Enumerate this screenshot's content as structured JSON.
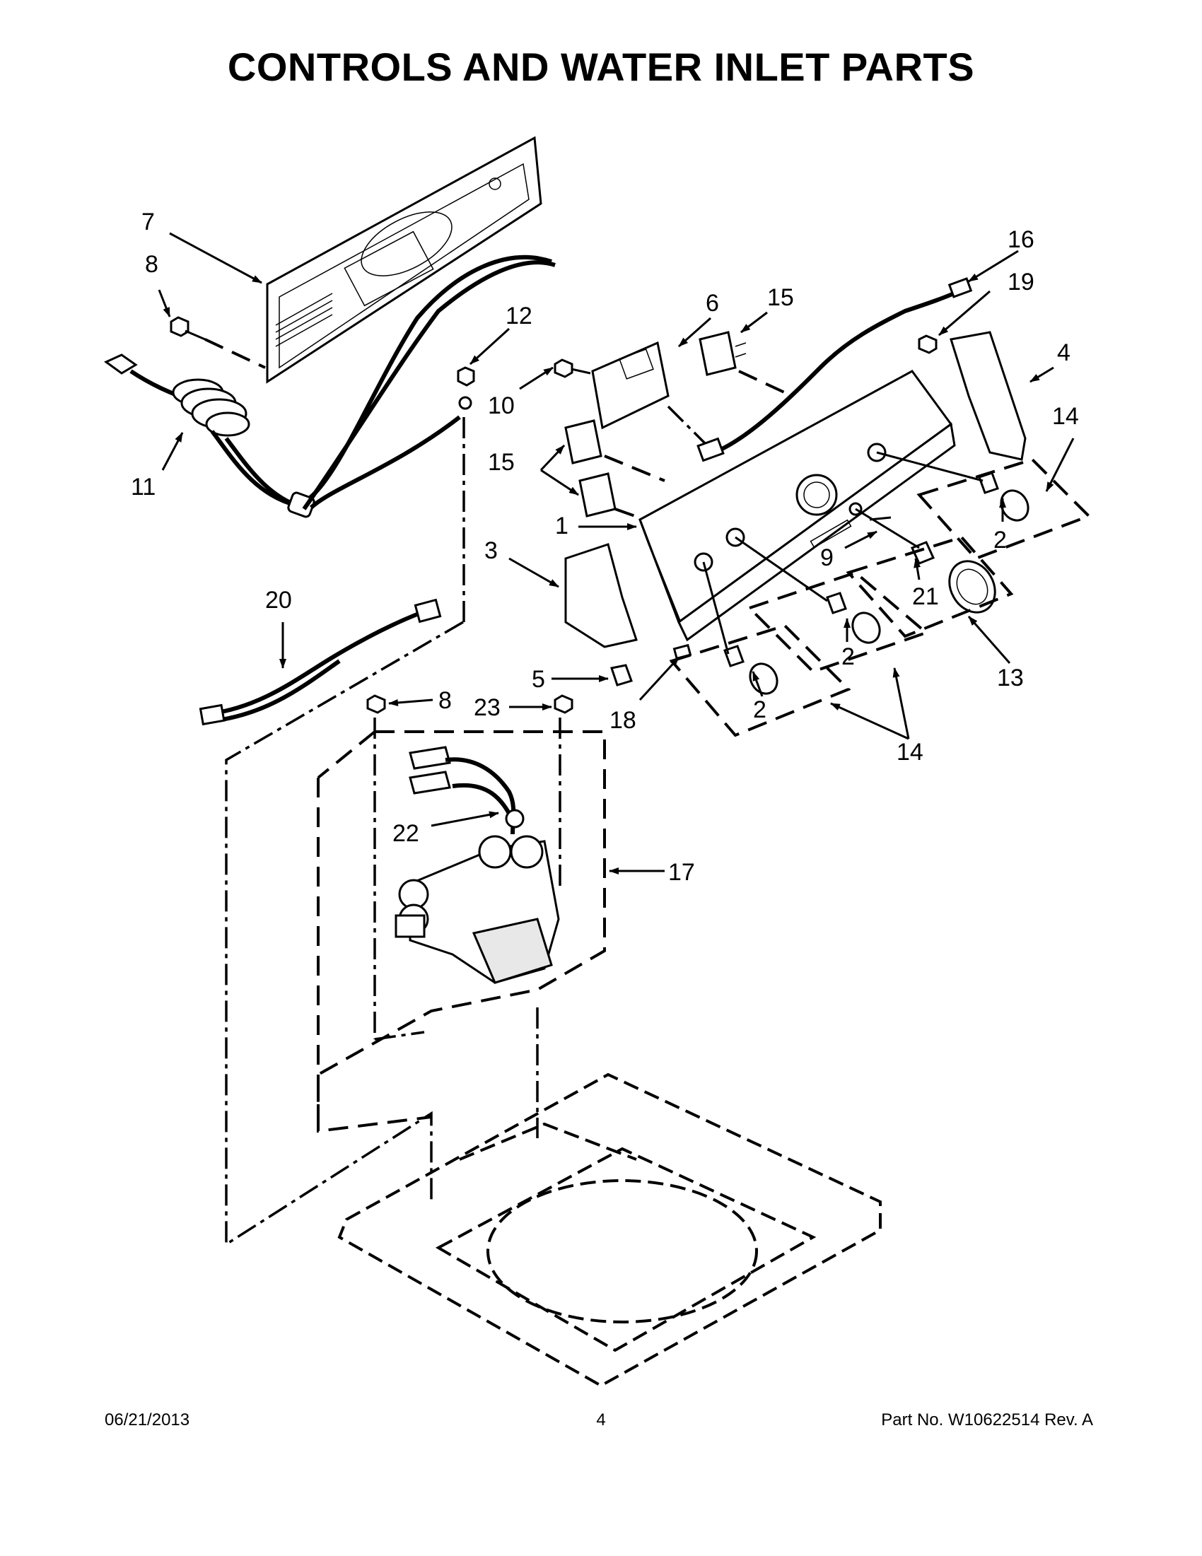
{
  "title": "CONTROLS AND WATER INLET PARTS",
  "callouts": {
    "c1": "1",
    "c2a": "2",
    "c2b": "2",
    "c2c": "2",
    "c3": "3",
    "c4": "4",
    "c5": "5",
    "c6": "6",
    "c7": "7",
    "c8a": "8",
    "c8b": "8",
    "c9": "9",
    "c10": "10",
    "c11": "11",
    "c12": "12",
    "c13": "13",
    "c14a": "14",
    "c14b": "14",
    "c15a": "15",
    "c15b": "15",
    "c16": "16",
    "c17": "17",
    "c18": "18",
    "c19": "19",
    "c20": "20",
    "c21": "21",
    "c22": "22",
    "c23": "23"
  },
  "footer": {
    "date": "06/21/2013",
    "page": "4",
    "part_number": "Part No.  W10622514  Rev.  A"
  }
}
